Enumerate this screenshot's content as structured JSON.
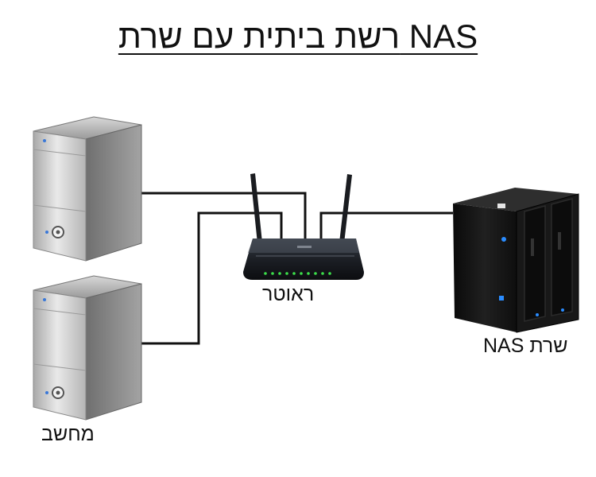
{
  "title": "רשת ביתית עם שרת NAS",
  "labels": {
    "router": "ראוטר",
    "nas": "שרת NAS",
    "computer": "מחשב"
  },
  "colors": {
    "cable": "#111111",
    "tower_front": "#c9c9c9",
    "tower_side": "#8d8d8d",
    "router_body": "#1a1d22",
    "router_led": "#3ce04a",
    "nas_body": "#141414",
    "nas_led": "#2a8cff"
  }
}
